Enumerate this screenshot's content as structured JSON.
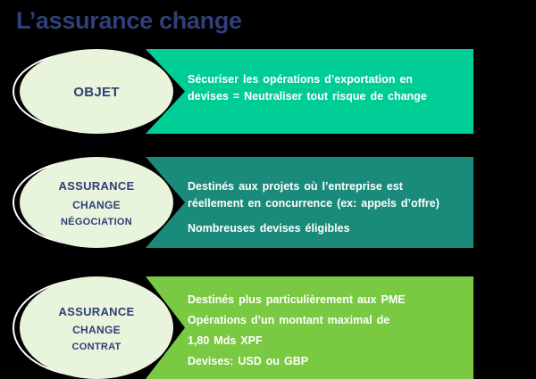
{
  "title": "L’assurance change",
  "colors": {
    "title_text": "#2e4076",
    "ellipse_fill": "#e9f4dc",
    "ellipse_text": "#2e4076",
    "banner_text": "#ffffff",
    "row1_banner": "#00cc96",
    "row2_banner": "#1a8a7a",
    "row3_banner": "#7ac943",
    "background": "#000000"
  },
  "rows": [
    {
      "label_lines": [
        "Objet"
      ],
      "body_lines": [
        "Sécuriser les opérations d’exportation en",
        "devises = Neutraliser  tout risque de change"
      ]
    },
    {
      "label_lines": [
        "Assurance",
        "change",
        "négociation"
      ],
      "body_lines": [
        "Destinés aux projets où l’entreprise est",
        "réellement en concurrence (ex: appels d’offre)",
        "Nombreuses devises éligibles"
      ]
    },
    {
      "label_lines": [
        "Assurance",
        "change",
        "contrat"
      ],
      "body_lines": [
        "Destinés plus particulièrement aux PME",
        "Opérations d’un montant maximal de",
        "1,80 Mds XPF",
        "Devises: USD ou GBP"
      ]
    }
  ]
}
